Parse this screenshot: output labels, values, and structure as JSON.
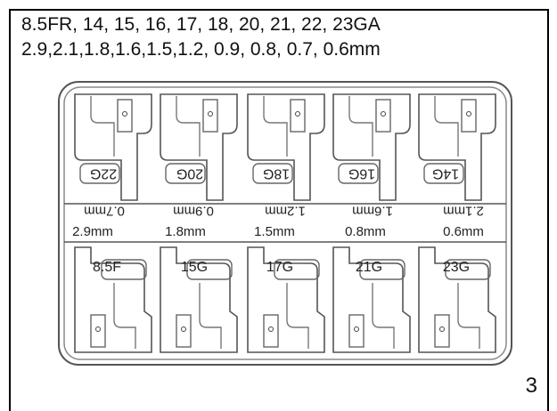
{
  "caption": {
    "line1": "8.5FR, 14, 15, 16, 17, 18, 20, 21, 22, 23GA",
    "line2": "2.9,2.1,1.8,1.6,1.5,1.2, 0.9, 0.8, 0.7, 0.6mm"
  },
  "tray": {
    "top_row": {
      "sizes": [
        "22G",
        "20G",
        "18G",
        "16G",
        "14G"
      ],
      "mm": [
        "0.7mm",
        "0.9mm",
        "1.2mm",
        "1.6mm",
        "2.1mm"
      ]
    },
    "bottom_row": {
      "mm": [
        "2.9mm",
        "1.8mm",
        "1.5mm",
        "0.8mm",
        "0.6mm"
      ],
      "sizes": [
        "8.5F",
        "15G",
        "17G",
        "21G",
        "23G"
      ]
    }
  },
  "page_number": "3"
}
